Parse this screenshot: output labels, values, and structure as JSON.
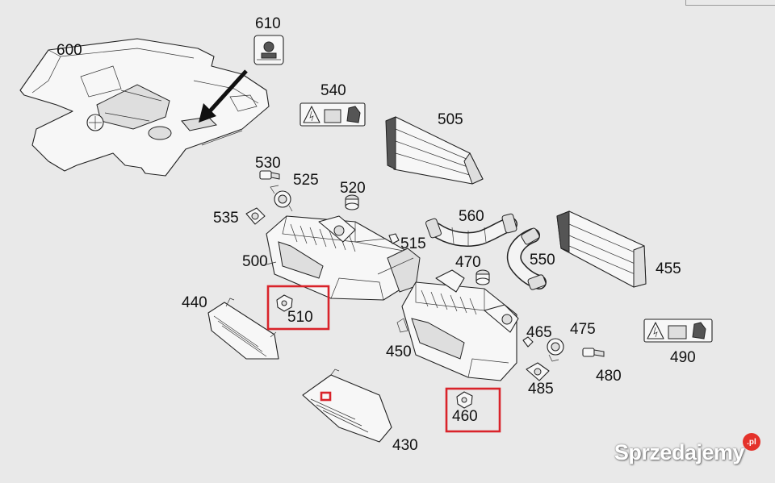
{
  "parts": {
    "p600": "600",
    "p610": "610",
    "p540": "540",
    "p505": "505",
    "p530": "530",
    "p525": "525",
    "p520": "520",
    "p535": "535",
    "p560": "560",
    "p515": "515",
    "p500": "500",
    "p470": "470",
    "p550": "550",
    "p455": "455",
    "p440": "440",
    "p510": "510",
    "p465": "465",
    "p475": "475",
    "p490": "490",
    "p450": "450",
    "p480": "480",
    "p485": "485",
    "p460": "460",
    "p430": "430"
  },
  "highlighted_parts": [
    "510",
    "460"
  ],
  "watermark": {
    "text": "Sprzedajemy",
    "badge": ".pl"
  },
  "colors": {
    "highlight": "#d9232a",
    "background": "#e9e9e9",
    "line": "#222222",
    "watermark_badge": "#e4322b"
  }
}
